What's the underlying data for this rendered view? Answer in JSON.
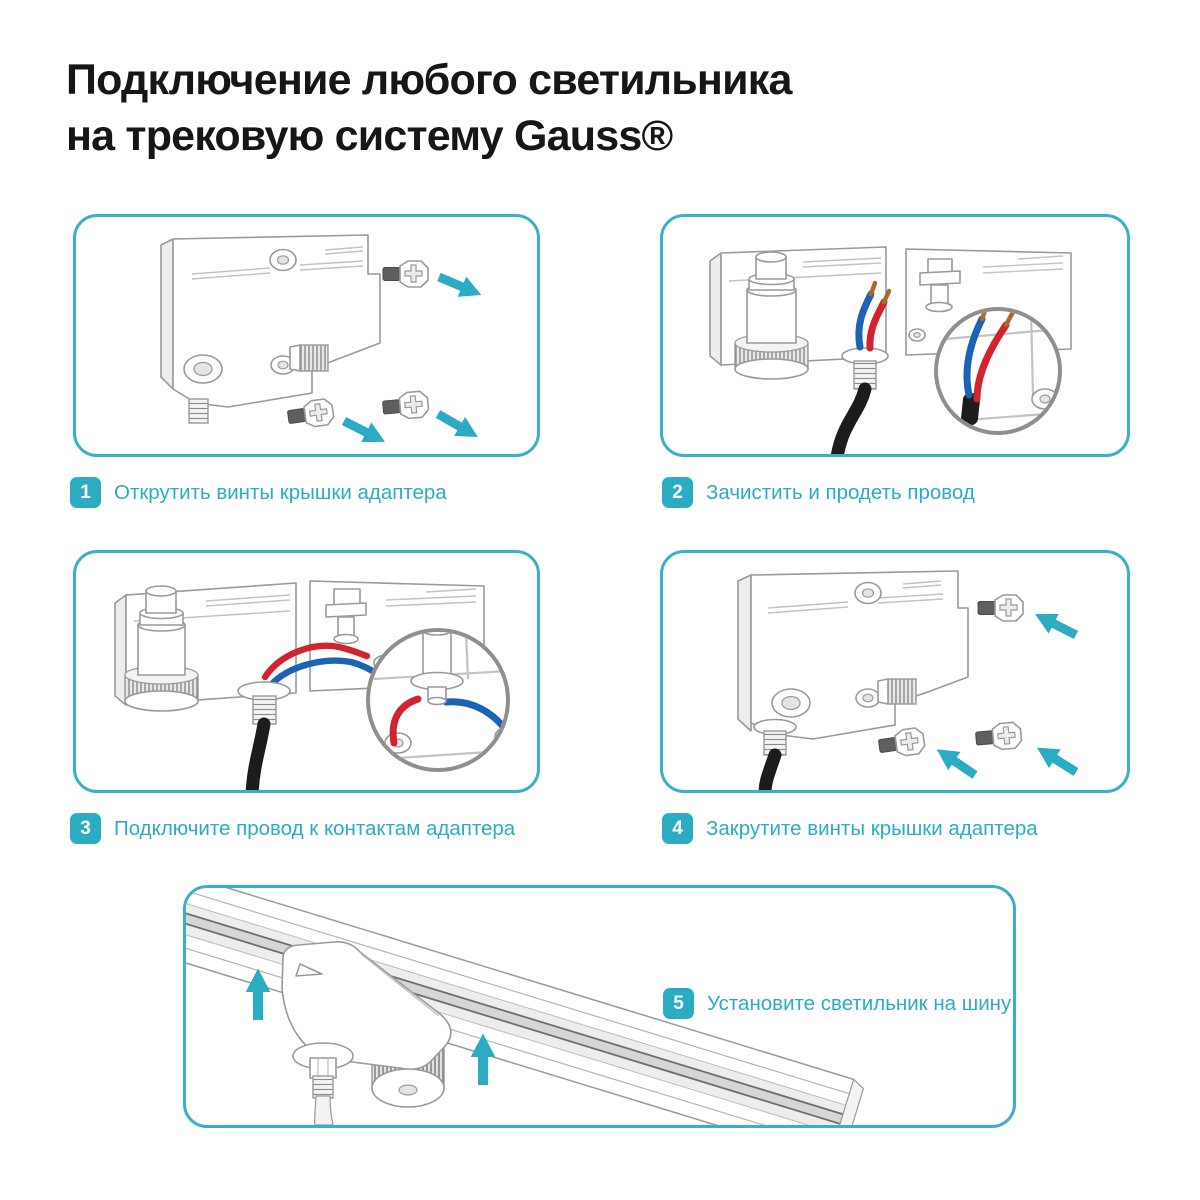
{
  "title": {
    "line1": "Подключение любого светильника",
    "line2": "на трековую систему Gauss®"
  },
  "steps": [
    {
      "num": "1",
      "label": "Открутить винты крышки адаптера",
      "illustration": "adapter-cover-screws-being-removed"
    },
    {
      "num": "2",
      "label": "Зачистить и продеть провод",
      "illustration": "stripped-wire-threaded-through-adapter"
    },
    {
      "num": "3",
      "label": "Подключите провод к контактам адаптера",
      "illustration": "wires-connected-to-adapter-contacts"
    },
    {
      "num": "4",
      "label": "Закрутите винты крышки адаптера",
      "illustration": "adapter-cover-screws-being-tightened"
    },
    {
      "num": "5",
      "label": "Установите светильник на шину",
      "illustration": "adapter-mounted-onto-track-rail"
    }
  ],
  "colors": {
    "accent": "#2BACC2",
    "panelBorder": "#3AB0C4",
    "titleText": "#161616",
    "line": "#9a9a9a",
    "lineSoft": "#c3c3c3",
    "metalDark": "#5f5f5f",
    "wireBlue": "#1D63B5",
    "wireRed": "#D2232E",
    "copper": "#A96B2C",
    "cable": "#1c1c1c"
  }
}
